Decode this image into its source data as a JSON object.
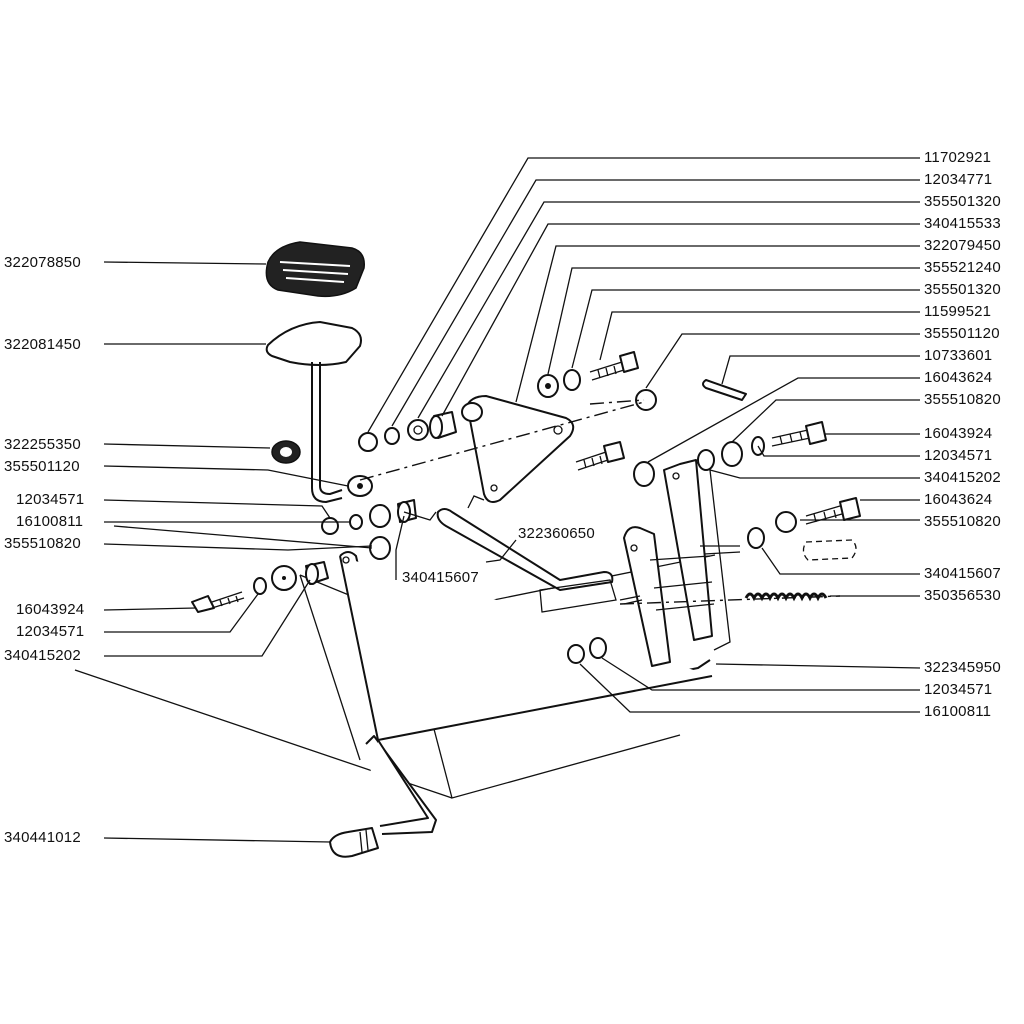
{
  "labels": {
    "l01": "322078850",
    "l02": "322081450",
    "l03": "322255350",
    "l04": "355501120",
    "l05": "12034571",
    "l06": "16100811",
    "l07": "355510820",
    "l08": "16043924",
    "l09": "12034571",
    "l10": "340415202",
    "l11": "340441012",
    "l12": "340415607",
    "l13": "322360650",
    "r01": "11702921",
    "r02": "12034771",
    "r03": "355501320",
    "r04": "340415533",
    "r05": "322079450",
    "r06": "355521240",
    "r07": "355501320",
    "r08": "11599521",
    "r09": "355501120",
    "r10": "10733601",
    "r11": "16043624",
    "r12": "355510820",
    "r13": "16043924",
    "r14": "12034571",
    "r15": "340415202",
    "r16": "16043624",
    "r17": "355510820",
    "r18": "340415607",
    "r19": "350356530",
    "r20": "322345950",
    "r21": "12034571",
    "r22": "16100811"
  }
}
